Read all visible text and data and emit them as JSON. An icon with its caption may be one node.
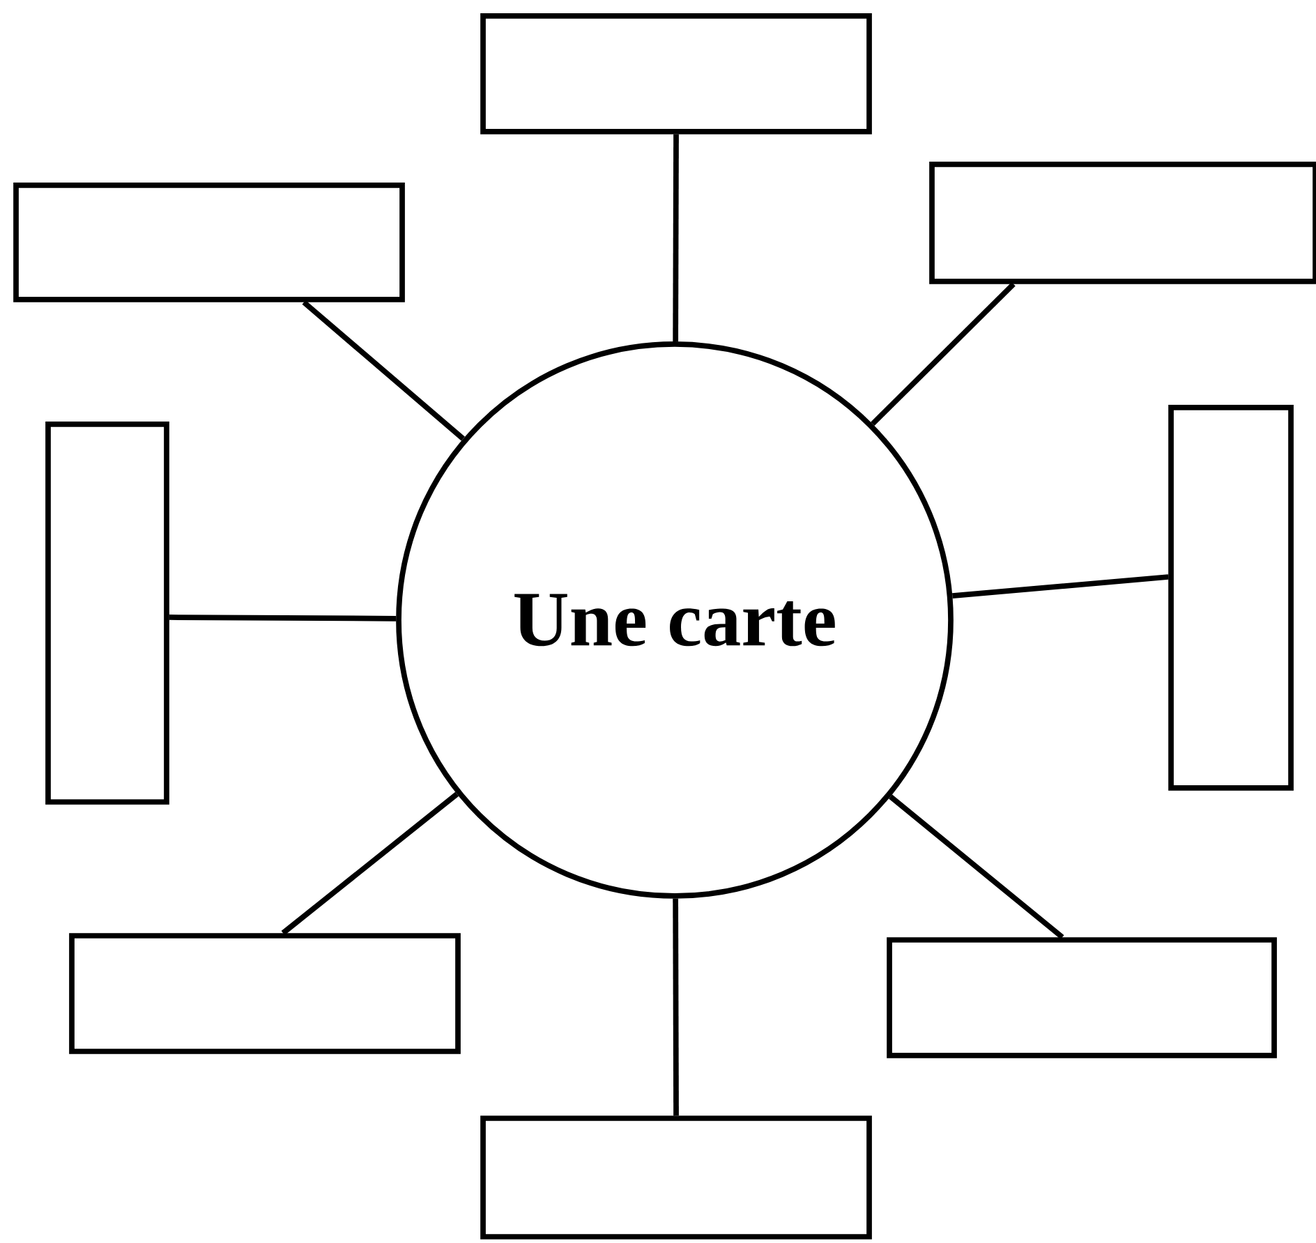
{
  "diagram": {
    "nodes": [
      {
        "text": [
          "Une carte"
        ]
      },
      {
        "text": [],
        "shape": "box"
      },
      {
        "text": [],
        "shape": "box"
      },
      {
        "text": [],
        "shape": "box"
      },
      {
        "text": [],
        "shape": "box"
      },
      {
        "text": [],
        "shape": "box"
      },
      {
        "text": [],
        "shape": "box"
      },
      {
        "text": [],
        "shape": "box"
      },
      {
        "text": [],
        "shape": "box"
      }
    ],
    "edges": [
      {
        "from": 0,
        "to": 1,
        "arrow": "none"
      },
      {
        "from": 0,
        "to": 2,
        "arrow": "none"
      },
      {
        "from": 0,
        "to": 3,
        "arrow": "none"
      },
      {
        "from": 0,
        "to": 4,
        "arrow": "none"
      },
      {
        "from": 0,
        "to": 5,
        "arrow": "none"
      },
      {
        "from": 0,
        "to": 6,
        "arrow": "none"
      },
      {
        "from": 0,
        "to": 7,
        "arrow": "none"
      },
      {
        "from": 0,
        "to": 8,
        "arrow": "none"
      }
    ]
  }
}
